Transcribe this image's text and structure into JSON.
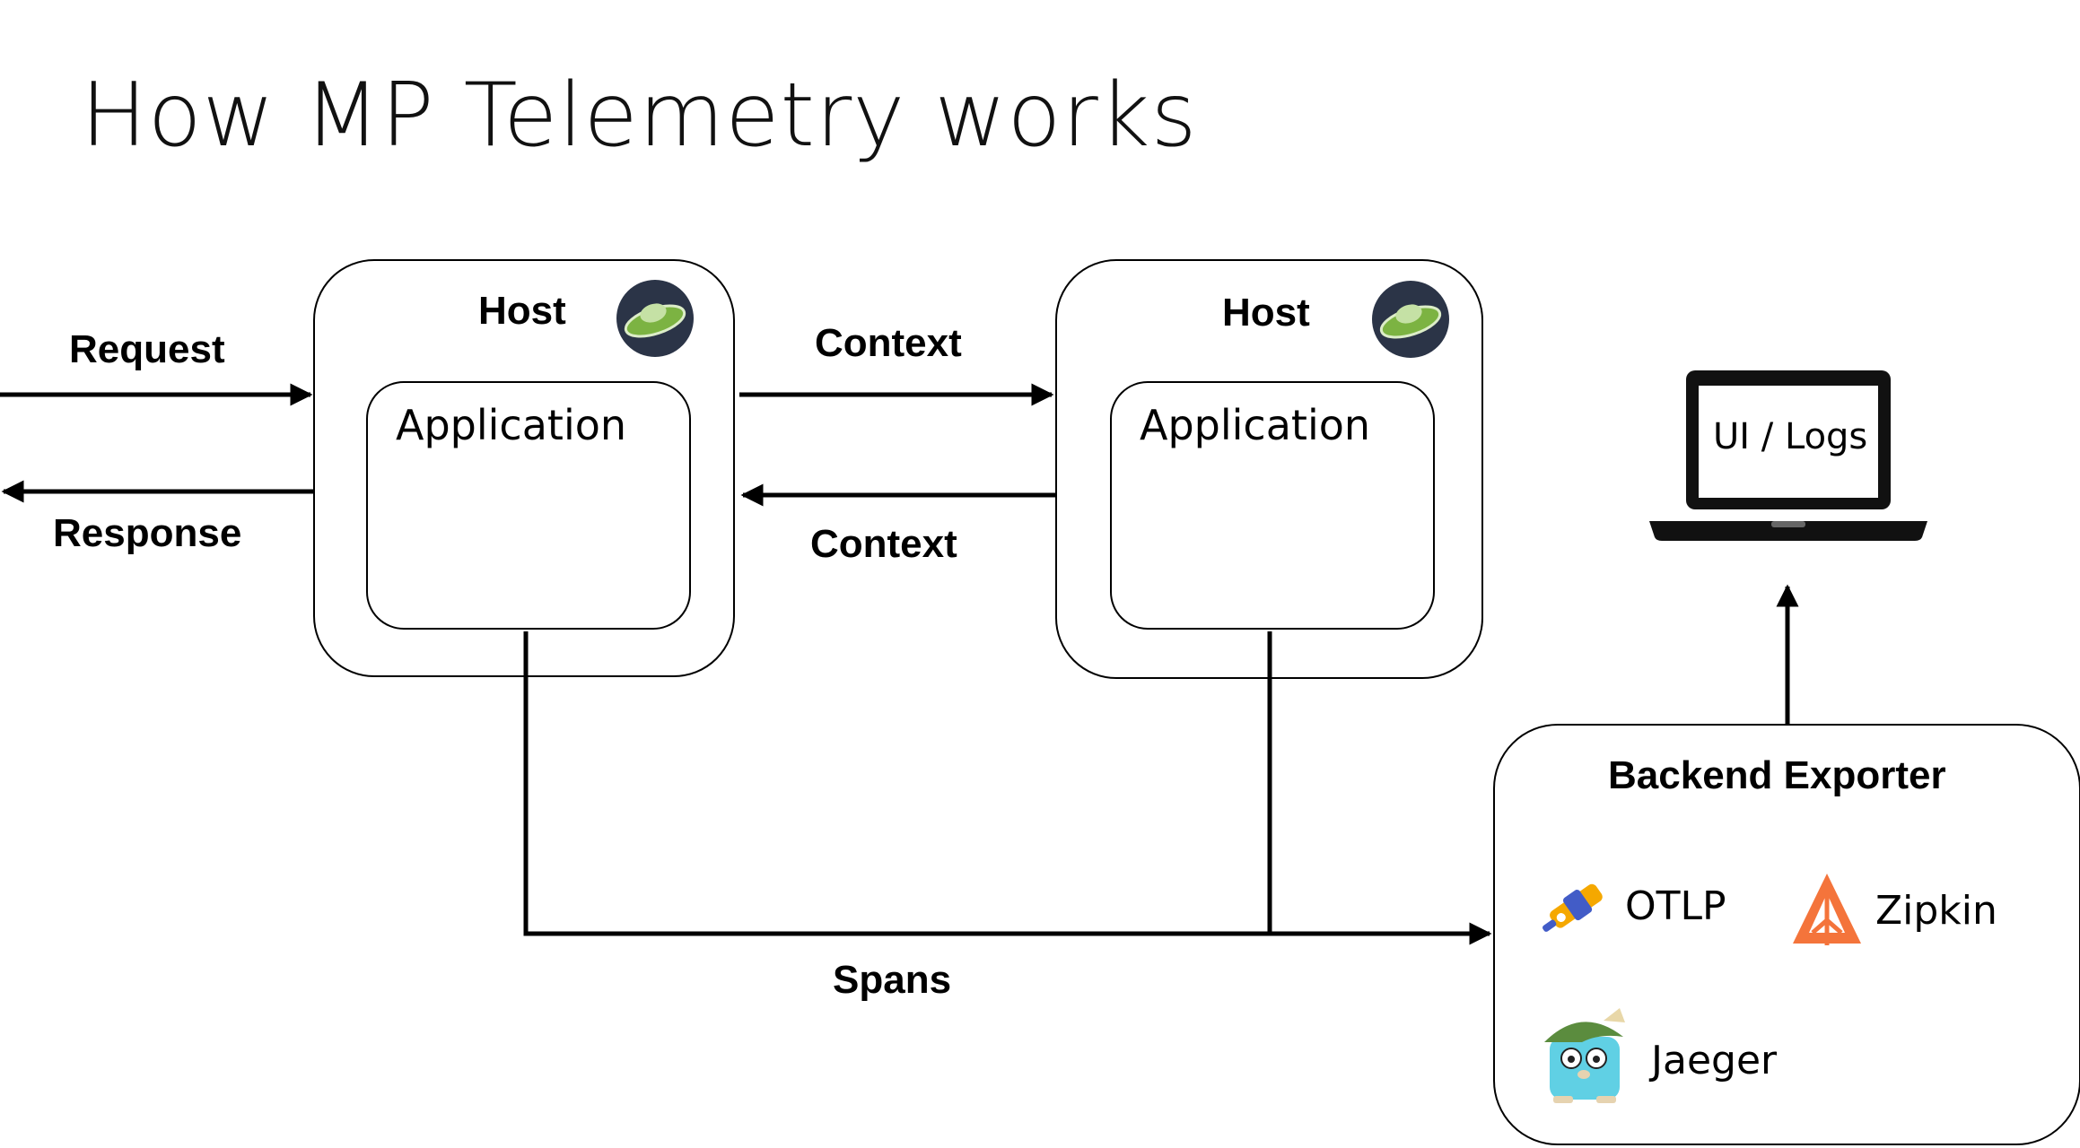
{
  "title": "How MP Telemetry works",
  "host1": {
    "label": "Host",
    "app_label": "Application"
  },
  "host2": {
    "label": "Host",
    "app_label": "Application"
  },
  "arrows": {
    "request": "Request",
    "response": "Response",
    "context_out": "Context",
    "context_back": "Context",
    "spans": "Spans"
  },
  "ui_logs": "UI / Logs",
  "backend": {
    "title": "Backend Exporter",
    "exporters": [
      "OTLP",
      "Zipkin",
      "Jaeger"
    ]
  },
  "icons": [
    "openliberty-icon",
    "laptop-icon",
    "opentelemetry-icon",
    "zipkin-icon",
    "jaeger-icon"
  ]
}
